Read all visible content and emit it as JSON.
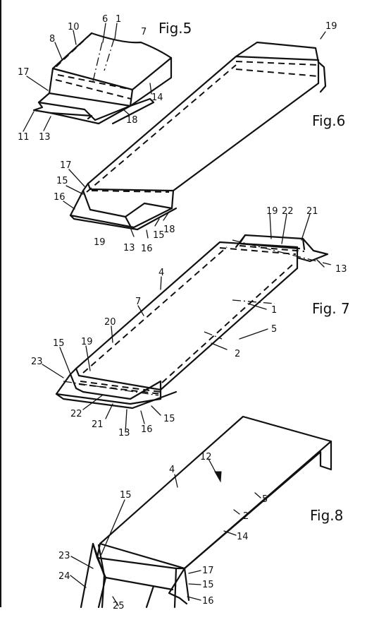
{
  "figures": {
    "fig5": {
      "title": "Fig.5",
      "labels": [
        "6",
        "1",
        "10",
        "8",
        "7",
        "17",
        "14",
        "18",
        "11",
        "13"
      ]
    },
    "fig6": {
      "title": "Fig.6",
      "labels": [
        "19",
        "17",
        "15",
        "16",
        "19",
        "18",
        "13",
        "16",
        "15"
      ]
    },
    "fig7": {
      "title": "Fig. 7",
      "labels": [
        "19",
        "22",
        "21",
        "13",
        "4",
        "7",
        "1",
        "20",
        "5",
        "2",
        "19",
        "15",
        "23",
        "22",
        "21",
        "13",
        "16",
        "15"
      ]
    },
    "fig8": {
      "title": "Fig.8",
      "labels": [
        "12",
        "4",
        "5",
        "2",
        "15",
        "14",
        "23",
        "17",
        "24",
        "15",
        "16",
        "25"
      ]
    }
  }
}
